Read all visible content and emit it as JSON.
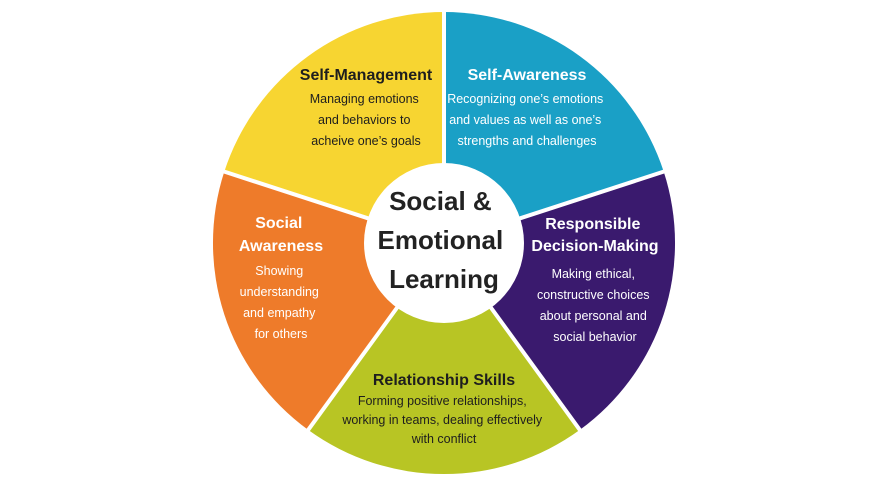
{
  "center": {
    "lines": [
      "Social &",
      "Emotional",
      "Learning"
    ]
  },
  "colors": {
    "self_management": "#f7d531",
    "self_awareness": "#1aa0c6",
    "responsible": "#3a1a6e",
    "relationship": "#b8c524",
    "social_awareness": "#ee7b2a",
    "center": "#ffffff",
    "divider": "#ffffff"
  },
  "segments": {
    "self_management": {
      "title": "Self-Management",
      "desc": [
        "Managing emotions",
        "and behaviors to",
        "acheive one’s goals"
      ]
    },
    "self_awareness": {
      "title": "Self-Awareness",
      "desc": [
        "Recognizing one’s emotions",
        "and values as well as one’s",
        "strengths and challenges"
      ]
    },
    "responsible": {
      "title": [
        "Responsible",
        "Decision-Making"
      ],
      "desc": [
        "Making ethical,",
        "constructive choices",
        "about personal and",
        "social behavior"
      ]
    },
    "relationship": {
      "title": "Relationship Skills",
      "desc": [
        "Forming positive relationships,",
        "working in teams, dealing effectively",
        "with conflict"
      ]
    },
    "social_awareness": {
      "title": [
        "Social",
        "Awareness"
      ],
      "desc": [
        "Showing",
        "understanding",
        "and empathy",
        "for others"
      ]
    }
  }
}
